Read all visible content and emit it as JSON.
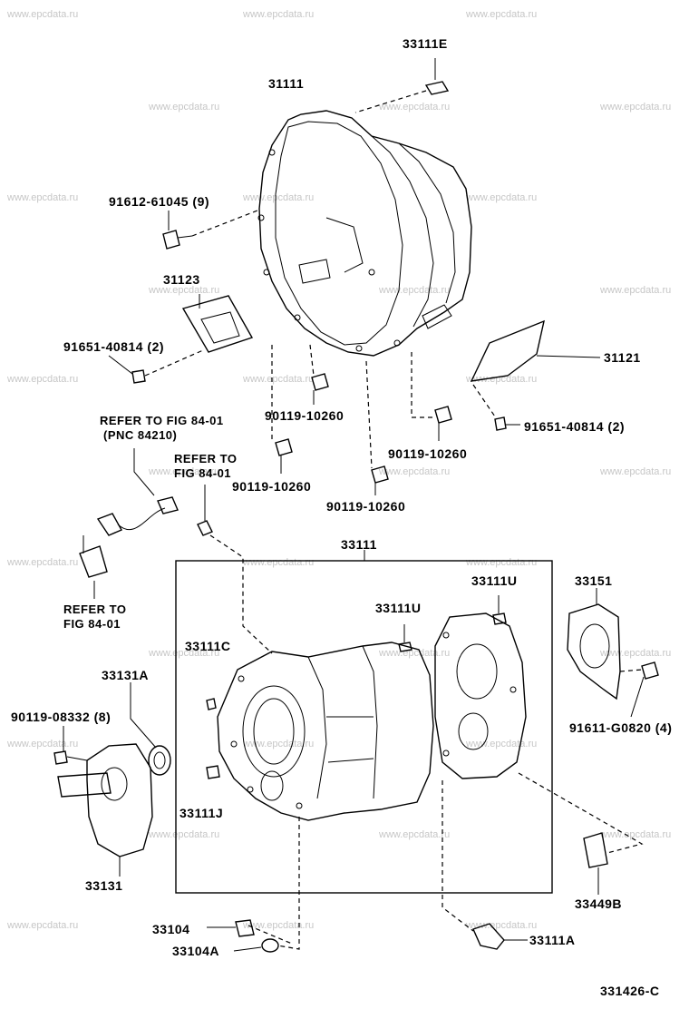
{
  "watermark": "www.epcdata.ru",
  "labels": {
    "p33111E": "33111E",
    "p31111": "31111",
    "p91612": "91612-61045 (9)",
    "p31123": "31123",
    "p91651a": "91651-40814 (2)",
    "p31121": "31121",
    "p91651b": "91651-40814 (2)",
    "p90119a": "90119-10260",
    "p90119b": "90119-10260",
    "p90119c": "90119-10260",
    "p90119d": "90119-10260",
    "refer1a": "REFER TO FIG 84-01",
    "refer1b": "(PNC 84210)",
    "refer2a": "REFER TO",
    "refer2b": "FIG 84-01",
    "refer3a": "REFER TO",
    "refer3b": "FIG 84-01",
    "p33111box": "33111",
    "p33111U1": "33111U",
    "p33111U2": "33111U",
    "p33151": "33151",
    "p33111C": "33111C",
    "p33131A": "33131A",
    "p90119_08332": "90119-08332 (8)",
    "p91611": "91611-G0820 (4)",
    "p33111J": "33111J",
    "p33131": "33131",
    "p33449B": "33449B",
    "p33104": "33104",
    "p33104A": "33104A",
    "p33111A": "33111A",
    "figure_code": "331426-C"
  }
}
